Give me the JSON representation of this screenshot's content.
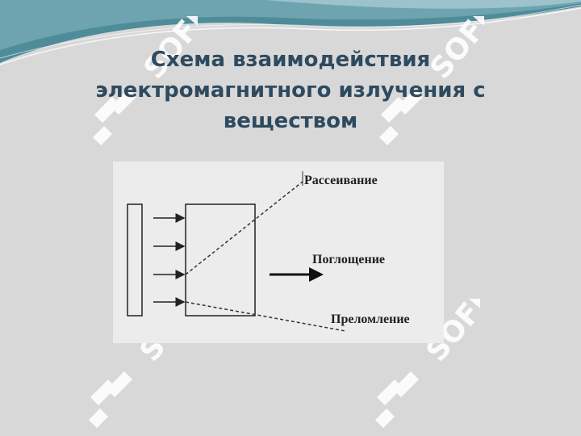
{
  "slide": {
    "title_lines": [
      "Схема взаимодействия",
      "электромагнитного излучения с",
      "веществом"
    ]
  },
  "watermark": {
    "text": "SOFF",
    "color": "#ffffff"
  },
  "diagram": {
    "labels": {
      "scattering": "Рассеивание",
      "absorption": "Поглощение",
      "refraction": "Преломление"
    }
  },
  "colors": {
    "title": "#2e4a5f",
    "background": "#d8d8d8",
    "wave_teal": "#4f8c9a",
    "diagram_ink": "#222222"
  }
}
